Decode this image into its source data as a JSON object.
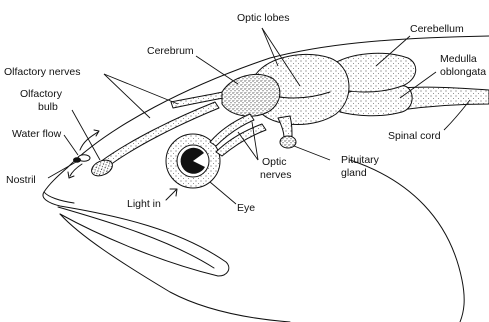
{
  "labels": {
    "optic_lobes": "Optic lobes",
    "cerebellum": "Cerebellum",
    "cerebrum": "Cerebrum",
    "medulla_oblongata_line1": "Medulla",
    "medulla_oblongata_line2": "oblongata",
    "olfactory_nerves": "Olfactory nerves",
    "olfactory_bulb_line1": "Olfactory",
    "olfactory_bulb_line2": "bulb",
    "water_flow": "Water flow",
    "nostril": "Nostril",
    "spinal_cord": "Spinal cord",
    "optic_nerves_line1": "Optic",
    "optic_nerves_line2": "nerves",
    "pituitary_gland_line1": "Pituitary",
    "pituitary_gland_line2": "gland",
    "light_in": "Light in",
    "eye": "Eye"
  },
  "colors": {
    "ink": "#111111",
    "background": "#ffffff"
  }
}
